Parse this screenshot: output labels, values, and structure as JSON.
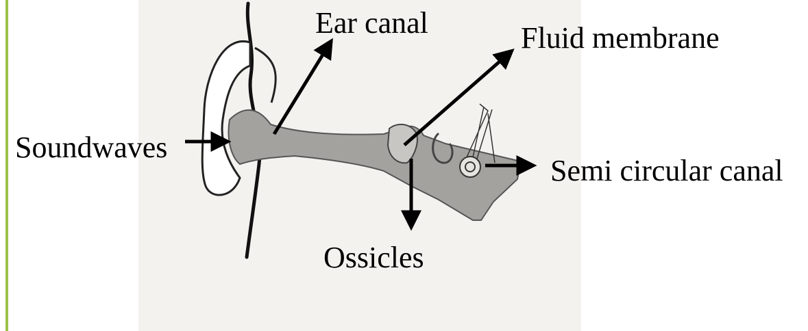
{
  "labels": {
    "ear_canal": "Ear canal",
    "fluid_membrane": "Fluid membrane",
    "soundwaves": "Soundwaves",
    "semi_circular_canal": "Semi circular canal",
    "ossicles": "Ossicles"
  },
  "colors": {
    "accent_rule": "#9bc24a",
    "photo_background": "#f3f2ef",
    "canal_fill": "#a4a29e"
  }
}
